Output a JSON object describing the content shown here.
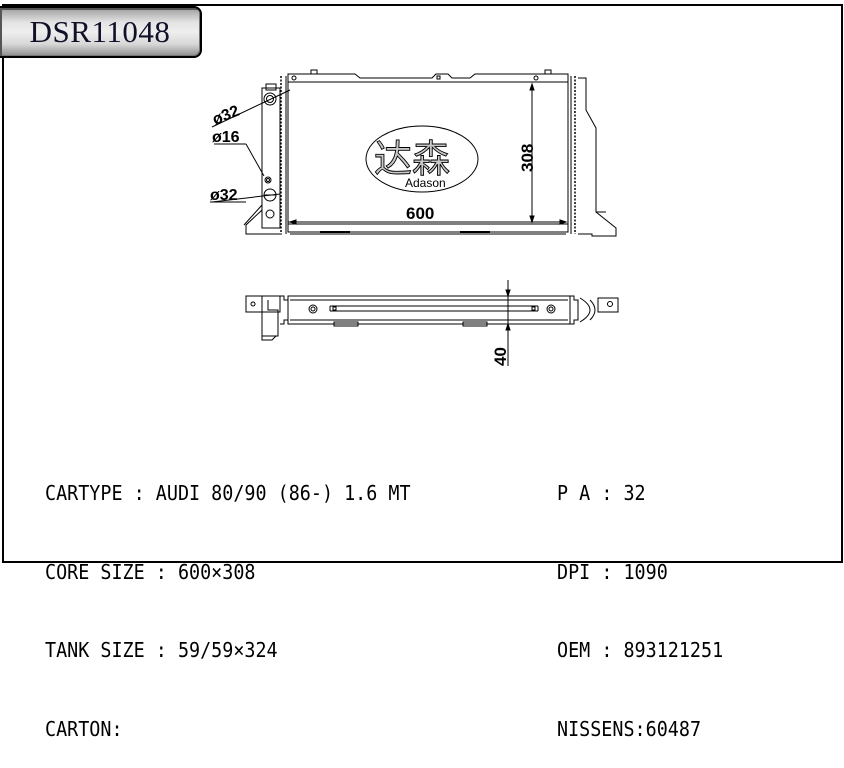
{
  "header": {
    "part_number": "DSR11048"
  },
  "drawing": {
    "front_view": {
      "dimensions": {
        "width": "600",
        "height": "308",
        "inlet_diameter": "ø32",
        "outlet_diameter": "ø32",
        "small_port_diameter": "ø16"
      },
      "logo": {
        "chinese": "达森",
        "english": "Adason"
      }
    },
    "top_view": {
      "dimensions": {
        "thickness": "40"
      }
    }
  },
  "specs": {
    "left": [
      {
        "label": "CARTYPE",
        "sep": " : ",
        "value": "AUDI 80/90 (86-) 1.6 MT"
      },
      {
        "label": "CORE SIZE",
        "sep": " : ",
        "value": "600×308"
      },
      {
        "label": "TANK SIZE",
        "sep": " : ",
        "value": "59/59×324"
      },
      {
        "label": "CARTON",
        "sep": ":",
        "value": ""
      }
    ],
    "right": [
      {
        "label": "P A",
        "sep": " : ",
        "value": "32"
      },
      {
        "label": "DPI",
        "sep": " : ",
        "value": "1090"
      },
      {
        "label": "OEM",
        "sep": " : ",
        "value": "893121251"
      },
      {
        "label": "NISSENS",
        "sep": ":",
        "value": "60487"
      }
    ]
  },
  "colors": {
    "line": "#000000",
    "title_text": "#101028",
    "logo_fill": "#c8c8c8",
    "background": "#ffffff"
  }
}
